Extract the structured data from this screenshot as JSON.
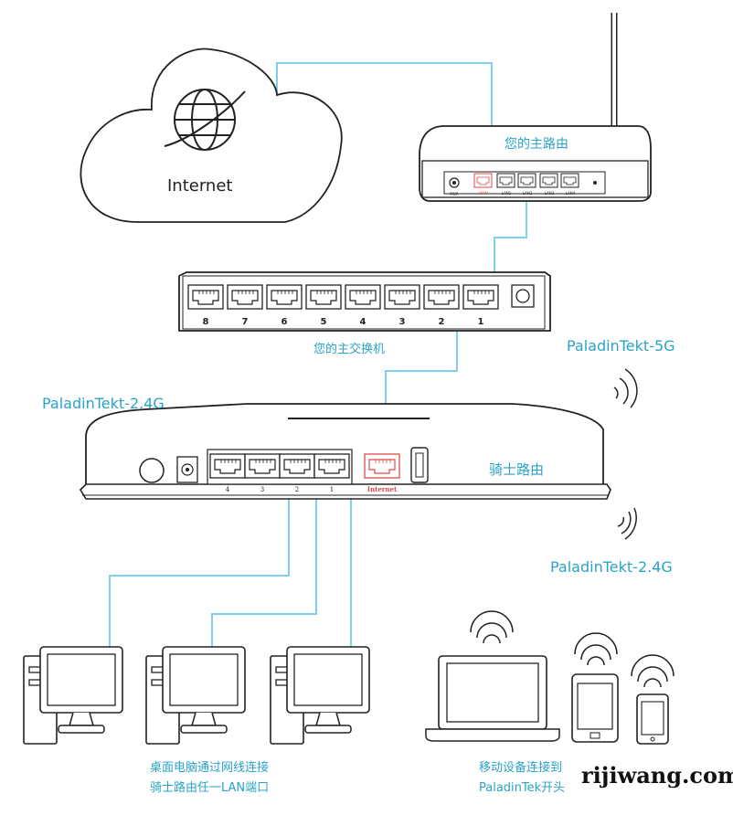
{
  "cloud_label": "Internet",
  "main_router": {
    "label": "您的主路由",
    "ports": [
      "PWR",
      "WAN",
      "LAN1",
      "LAN2",
      "LAN3",
      "LAN4"
    ]
  },
  "main_switch": {
    "label": "您的主交换机",
    "ports": [
      "8",
      "7",
      "6",
      "5",
      "4",
      "3",
      "2",
      "1"
    ]
  },
  "knight_router": {
    "label": "骑士路由",
    "ports": [
      "4",
      "3",
      "2",
      "1"
    ],
    "internet_port": "Internet"
  },
  "ssid_5g": "PaladinTekt-5G",
  "ssid_24_left": "PaladinTekt-2.4G",
  "ssid_24_right": "PaladinTekt-2.4G",
  "desktop_caption": [
    "桌面电脑通过网线连接",
    "骑士路由任一LAN端口"
  ],
  "mobile_caption": [
    "移动设备连接到",
    "PaladinTek开头"
  ],
  "watermark": "rijiwang.com",
  "colors": {
    "cable": "#7fd0ec",
    "label": "#29a3c9",
    "wan_port": "#e04a4a",
    "outline": "#222222"
  }
}
